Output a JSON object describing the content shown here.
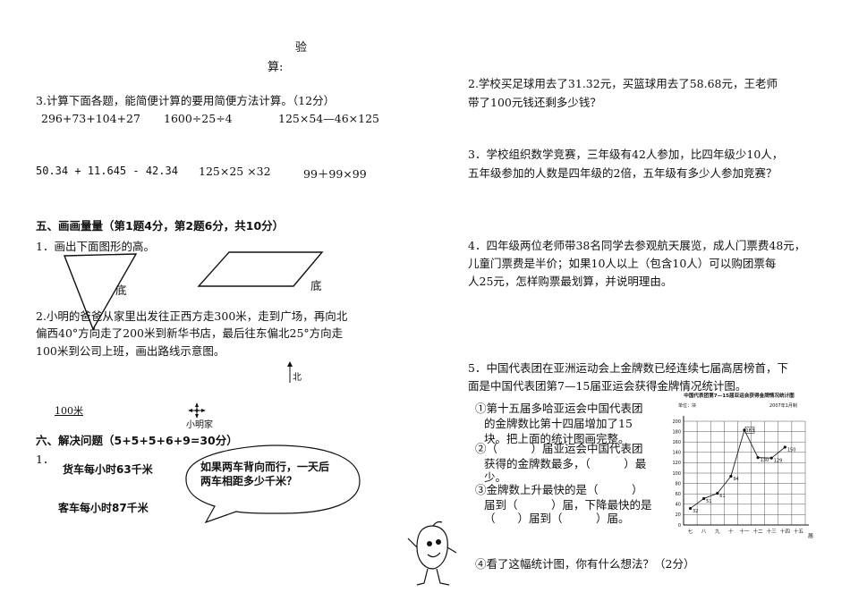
{
  "left": {
    "yan": "验",
    "suan": "算:",
    "q3_title": "3.计算下面各题，能简便计算的要用简便方法计算。（12分）",
    "calc_row1": [
      "296+73+104+27",
      "1600÷25÷4",
      "125×54—46×125"
    ],
    "calc_row2": [
      "50.34 + 11.645 - 42.34",
      "125×25 ×32",
      "99＋99×99"
    ],
    "sec5_title": "五、画画量量（第1题4分，第2题6分，共10分）",
    "sec5_q1": "1．画出下面图形的高。",
    "base_label": "底",
    "sec5_q2_l1": "2.小明的爸爸从家里出发往正西方走300米，走到广场，再向北",
    "sec5_q2_l2": "偏西40°方向走了200米到新华书店，最后往东偏北25°方向走",
    "sec5_q2_l3": "100米到公司上班，画出路线示意图。",
    "north": "北",
    "scale": "100米",
    "home": "小明家",
    "sec6_title": "六、解决问题（5+5+5+6+9=30分）",
    "sec6_q1": "1．",
    "truck": "货车每小时63千米",
    "bus": "客车每小时87千米",
    "bubble": "如果两车背向而行，一天后两车相距多少千米？"
  },
  "right": {
    "q2_l1": "2.学校买足球用去了31.32元，买篮球用去了58.68元，王老师",
    "q2_l2": "带了100元钱还剩多少钱？",
    "q3_l1": "3．学校组织数学竞赛，三年级有42人参加，比四年级少10人，",
    "q3_l2": "五年级参加的人数是四年级的2倍，五年级有多少人参加竞赛？",
    "q4_l1": "4．四年级两位老师带38名同学去参观航天展览，成人门票费48元，",
    "q4_l2": "儿童门票费是半价；如果10人以上（包含10人）可以购团票每",
    "q4_l3": "人25元，怎样购票最划算，并说明理由。",
    "q5_l1": "5．中国代表团在亚洲运动会上金牌数已经连续七届高居榜首，下",
    "q5_l2": "面是中国代表团第7—15届亚运会获得金牌情况统计图。",
    "sub1_l1": "①第十五届多哈亚运会中国代表团",
    "sub1_l2": "的金牌数比第十四届增加了15",
    "sub1_l3": "块。把上面的统计图画完整。",
    "sub2_l1": "②（　　　）届亚运会中国代表团",
    "sub2_l2": "获得的金牌数最多，（　　　）最",
    "sub2_l3": "少。",
    "sub3_l1": "③金牌数上升最快的是（　　　）",
    "sub3_l2": "届到（　　　）届，下降最快的是",
    "sub3_l3": "（　　）届到（　　　）届。",
    "sub4": "④看了这幅统计图，你有什么想法？（2分）"
  },
  "chart_data": {
    "type": "line",
    "title": "中国代表团第7—15届亚运会获得金牌情况统计图",
    "unit_label": "单位：块",
    "date_label": "2007年1月制",
    "xlabel": "届",
    "categories": [
      "七",
      "八",
      "九",
      "十",
      "十一",
      "十二",
      "十三",
      "十四",
      "十五"
    ],
    "values": [
      32,
      51,
      61,
      94,
      183,
      130,
      129,
      150,
      null
    ],
    "ylim": [
      0,
      200
    ],
    "yticks": [
      0,
      20,
      40,
      60,
      80,
      100,
      120,
      140,
      160,
      180,
      200
    ],
    "grid": true,
    "line_color": "#222222"
  }
}
